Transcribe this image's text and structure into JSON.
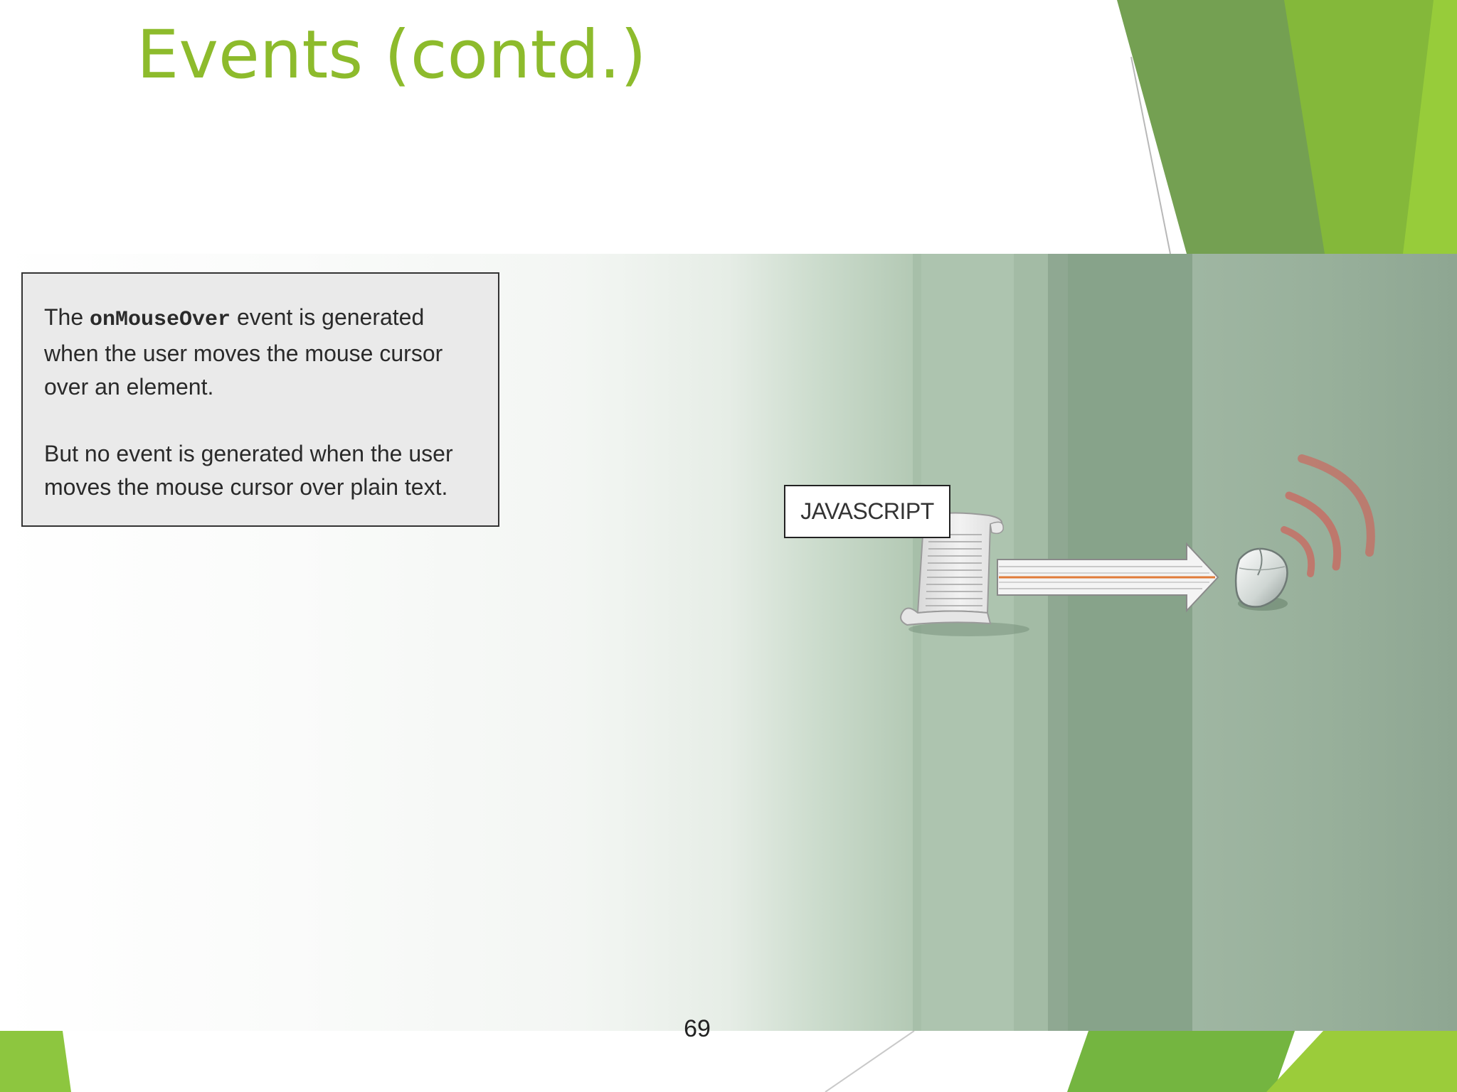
{
  "slide": {
    "title": "Events (contd.)",
    "page_number": "69"
  },
  "figure": {
    "note": {
      "line1_before": "The ",
      "line1_code": "onMouseOver",
      "line1_after": " event is generated when the user moves the mouse cursor over an element.",
      "paragraph2": "But no event is generated when the user moves the mouse cursor over plain text."
    },
    "label": "JAVASCRIPT",
    "icons": [
      "script-document-icon",
      "arrow-icon",
      "computer-mouse-icon"
    ]
  },
  "colors": {
    "title": "#8dbb2c",
    "accent_green": "#8dc63f",
    "dark_green": "#6f9c4e",
    "signal_red": "#d9534f",
    "arrow_line_orange": "#e07b39"
  }
}
